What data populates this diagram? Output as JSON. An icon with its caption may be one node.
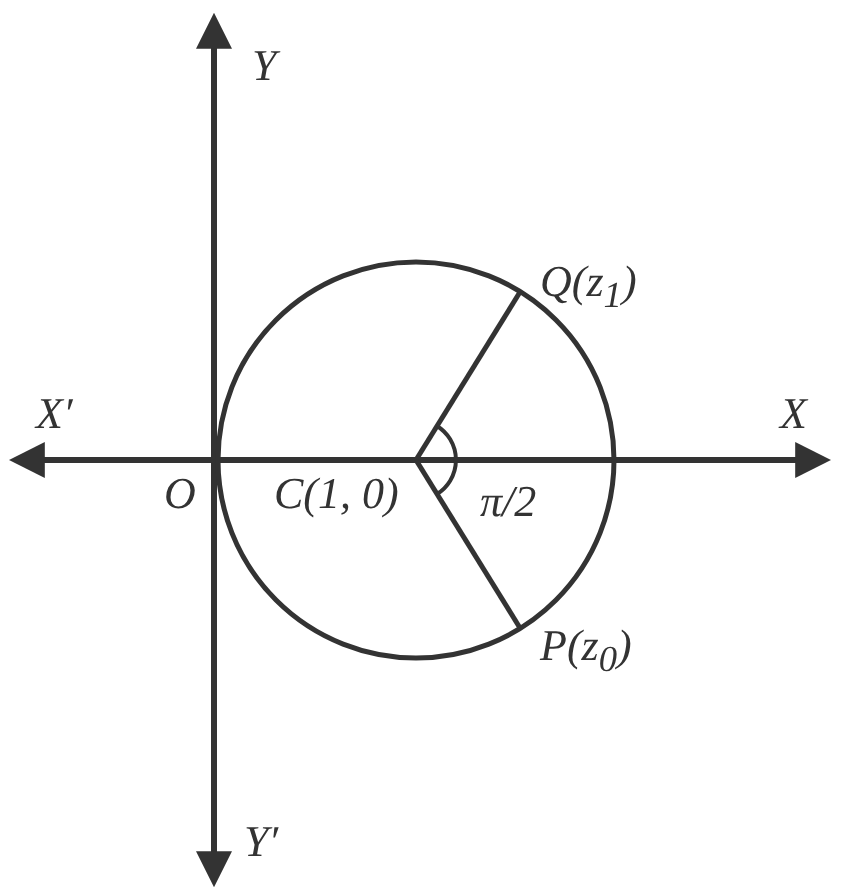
{
  "diagram": {
    "labels": [
      "Y",
      "Q(z$_{1}$)",
      "X′",
      "X",
      "O",
      "C(1, 0)",
      "π/2",
      "P(z$_{0}$)",
      "Y′"
    ]
  }
}
